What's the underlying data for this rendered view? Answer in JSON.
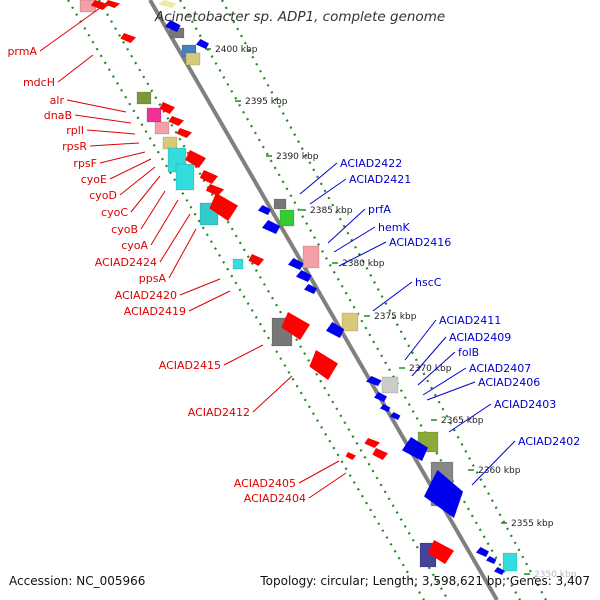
{
  "title": "Acinetobacter sp. ADP1, complete genome",
  "footer": {
    "accession": "Accession: NC_005966",
    "summary": "Topology: circular; Length: 3,598,621 bp; Genes: 3,407"
  },
  "colors": {
    "backbone": "#808080",
    "tick": "#228822",
    "forward_label": "#dd0000",
    "reverse_label": "#0000cc",
    "forward_gene": "#ff0000",
    "reverse_gene": "#0000ee"
  },
  "kbp_ticks": [
    "2400 kbp",
    "2395 kbp",
    "2390 kbp",
    "2385 kbp",
    "2380 kbp",
    "2375 kbp",
    "2370 kbp",
    "2365 kbp",
    "2360 kbp",
    "2355 kbp",
    "2350 kbp"
  ],
  "left_labels": [
    "prmA",
    "mdcH",
    "alr",
    "dnaB",
    "rplI",
    "rpsR",
    "rpsF",
    "cyoE",
    "cyoD",
    "cyoC",
    "cyoB",
    "cyoA",
    "ACIAD2424",
    "ppsA",
    "ACIAD2420",
    "ACIAD2419",
    "ACIAD2415",
    "ACIAD2412",
    "ACIAD2405",
    "ACIAD2404"
  ],
  "right_labels": [
    "ACIAD2422",
    "ACIAD2421",
    "prfA",
    "hemK",
    "ACIAD2416",
    "hscC",
    "ACIAD2411",
    "ACIAD2409",
    "folB",
    "ACIAD2407",
    "ACIAD2406",
    "ACIAD2403",
    "ACIAD2402"
  ]
}
